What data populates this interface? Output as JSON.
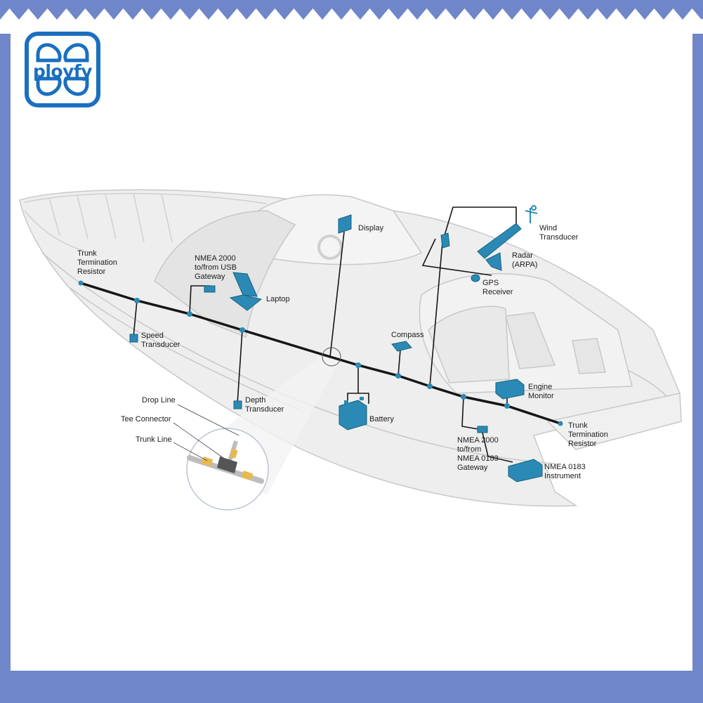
{
  "brand": {
    "logo_text": "ployfy",
    "frame_color": "#6f86c8",
    "accent_color": "#2b8ab5",
    "logo_color": "#1a6fc0"
  },
  "diagram": {
    "nodes": [
      {
        "id": "trunk-termination-resistor-bow",
        "label": "Trunk\nTermination\nResistor"
      },
      {
        "id": "nmea2000-usb-gateway",
        "label": "NMEA 2000\nto/from USB\nGateway"
      },
      {
        "id": "laptop",
        "label": "Laptop"
      },
      {
        "id": "display",
        "label": "Display"
      },
      {
        "id": "wind-transducer",
        "label": "Wind\nTransducer"
      },
      {
        "id": "radar",
        "label": "Radar\n(ARPA)"
      },
      {
        "id": "gps-receiver",
        "label": "GPS\nReceiver"
      },
      {
        "id": "speed-transducer",
        "label": "Speed\nTransducer"
      },
      {
        "id": "compass",
        "label": "Compass"
      },
      {
        "id": "engine-monitor",
        "label": "Engine\nMonitor"
      },
      {
        "id": "depth-transducer",
        "label": "Depth\nTransducer"
      },
      {
        "id": "battery",
        "label": "Battery"
      },
      {
        "id": "trunk-termination-resistor-stern",
        "label": "Trunk\nTermination\nResistor"
      },
      {
        "id": "nmea2000-0183-gateway",
        "label": "NMEA 2000\nto/from\nNMEA 0183\nGateway"
      },
      {
        "id": "nmea0183-instrument",
        "label": "NMEA 0183\nInstrument"
      }
    ],
    "callout": {
      "drop_line": "Drop Line",
      "tee_connector": "Tee Connector",
      "trunk_line": "Trunk Line"
    }
  }
}
